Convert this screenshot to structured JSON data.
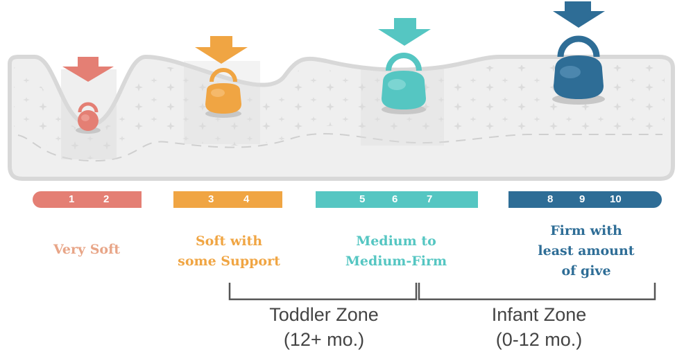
{
  "colors": {
    "very_soft": "#e47f74",
    "soft": "#f0a543",
    "medium": "#55c6c2",
    "firm": "#2e6d96",
    "mattress": "#e9e9e9",
    "mattress_edge": "#d9d9d9",
    "bracket": "#555555"
  },
  "zones": [
    {
      "numbers": [
        "1",
        "2"
      ],
      "label_lines": [
        "Very Soft"
      ]
    },
    {
      "numbers": [
        "3",
        "4"
      ],
      "label_lines": [
        "Soft with",
        "some Support"
      ]
    },
    {
      "numbers": [
        "5",
        "6",
        "7"
      ],
      "label_lines": [
        "Medium to",
        "Medium-Firm"
      ]
    },
    {
      "numbers": [
        "8",
        "9",
        "10"
      ],
      "label_lines": [
        "Firm with",
        "least amount",
        "of give"
      ]
    }
  ],
  "age_zones": [
    {
      "name": "Toddler Zone",
      "range": "(12+ mo.)"
    },
    {
      "name": "Infant Zone",
      "range": "(0-12 mo.)"
    }
  ]
}
